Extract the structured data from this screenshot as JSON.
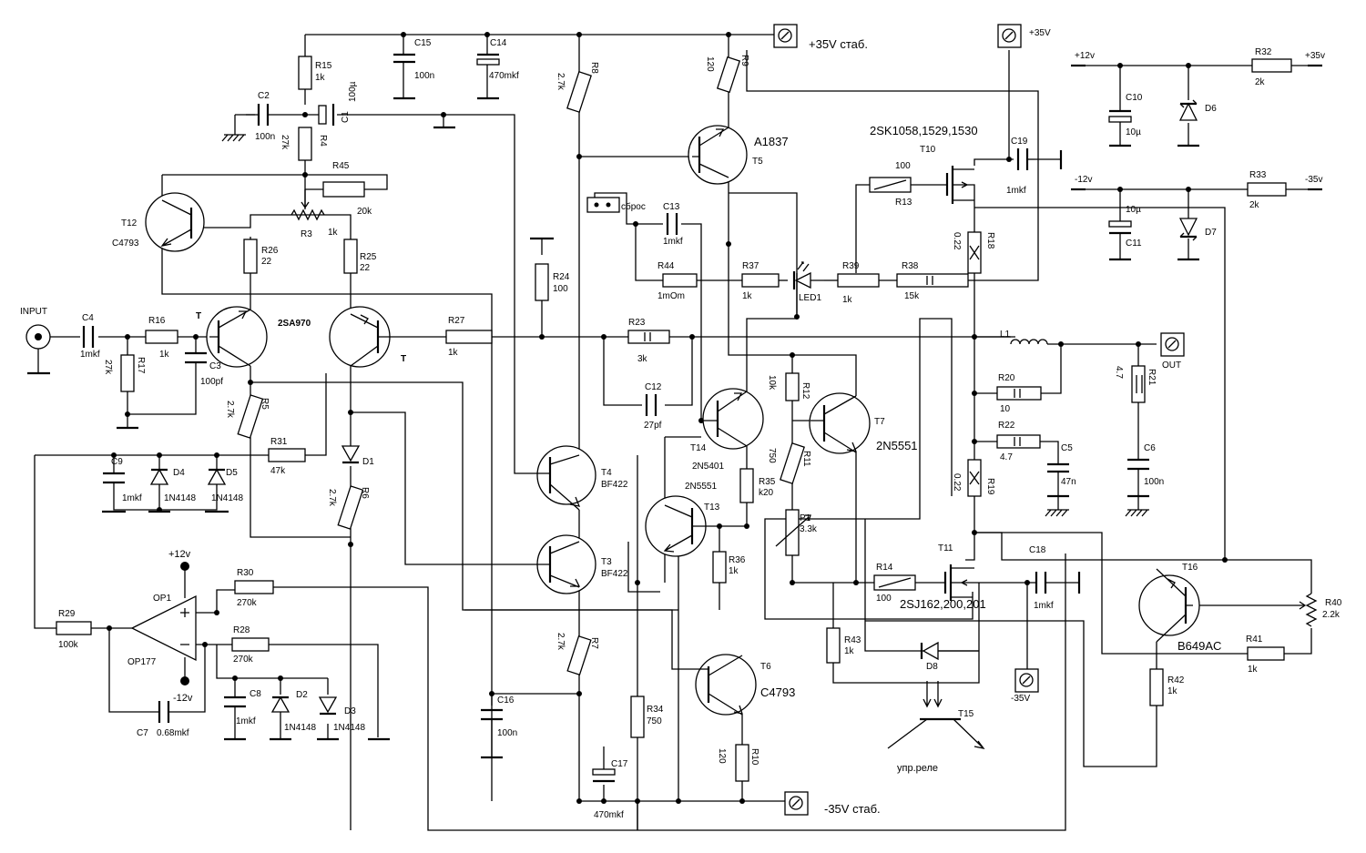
{
  "power": {
    "vpos_stab": "+35V стаб.",
    "vneg_stab": "-35V стаб.",
    "vpos": "+35V",
    "vneg": "-35V",
    "p12": "+12v",
    "m12": "-12v",
    "p35": "+35v",
    "m35": "-35v",
    "op_p12": "+12v",
    "op_m12": "-12v"
  },
  "io": {
    "input": "INPUT",
    "out": "OUT",
    "relay": "упр.реле",
    "reset": "сброс"
  },
  "resistors": [
    {
      "ref": "R15",
      "val": "1k"
    },
    {
      "ref": "R4",
      "val": "27k"
    },
    {
      "ref": "R45",
      "val": "20k"
    },
    {
      "ref": "R3",
      "val": "1k"
    },
    {
      "ref": "R26",
      "val": "22"
    },
    {
      "ref": "R25",
      "val": "22"
    },
    {
      "ref": "R16",
      "val": "1k"
    },
    {
      "ref": "R17",
      "val": "27k"
    },
    {
      "ref": "R5",
      "val": "2.7k"
    },
    {
      "ref": "R6",
      "val": "2.7k"
    },
    {
      "ref": "R31",
      "val": "47k"
    },
    {
      "ref": "R27",
      "val": "1k"
    },
    {
      "ref": "R24",
      "val": "100"
    },
    {
      "ref": "R8",
      "val": "2.7k"
    },
    {
      "ref": "R9",
      "val": "120"
    },
    {
      "ref": "R44",
      "val": "1mOm"
    },
    {
      "ref": "R37",
      "val": "1k"
    },
    {
      "ref": "R39",
      "val": "1k"
    },
    {
      "ref": "R38",
      "val": "15k"
    },
    {
      "ref": "R13",
      "val": "100"
    },
    {
      "ref": "R18",
      "val": "0.22"
    },
    {
      "ref": "R23",
      "val": "3k"
    },
    {
      "ref": "R12",
      "val": "10k"
    },
    {
      "ref": "R11",
      "val": "750"
    },
    {
      "ref": "R35",
      "val": "k20"
    },
    {
      "ref": "R36",
      "val": "1k"
    },
    {
      "ref": "R20",
      "val": "10"
    },
    {
      "ref": "R21",
      "val": "4.7"
    },
    {
      "ref": "R22",
      "val": "4.7"
    },
    {
      "ref": "R19",
      "val": "0.22"
    },
    {
      "ref": "R14",
      "val": "100"
    },
    {
      "ref": "R43",
      "val": "1k"
    },
    {
      "ref": "R30",
      "val": "270k"
    },
    {
      "ref": "R28",
      "val": "270k"
    },
    {
      "ref": "R29",
      "val": "100k"
    },
    {
      "ref": "R7",
      "val": "2.7k"
    },
    {
      "ref": "R34",
      "val": "750"
    },
    {
      "ref": "R10",
      "val": "120"
    },
    {
      "ref": "R40",
      "val": "2.2k"
    },
    {
      "ref": "R41",
      "val": "1k"
    },
    {
      "ref": "R42",
      "val": "1k"
    },
    {
      "ref": "R32",
      "val": "2k"
    },
    {
      "ref": "R33",
      "val": "2k"
    },
    {
      "ref": "P1",
      "val": "3.3k"
    }
  ],
  "capacitors": [
    {
      "ref": "C15",
      "val": "100n"
    },
    {
      "ref": "C14",
      "val": "470mkf"
    },
    {
      "ref": "C2",
      "val": "100n"
    },
    {
      "ref": "C1",
      "val": "100µ"
    },
    {
      "ref": "C4",
      "val": "1mkf"
    },
    {
      "ref": "C3",
      "val": "100pf"
    },
    {
      "ref": "C9",
      "val": "1mkf"
    },
    {
      "ref": "C13",
      "val": "1mkf"
    },
    {
      "ref": "C12",
      "val": "27pf"
    },
    {
      "ref": "C19",
      "val": "1mkf"
    },
    {
      "ref": "C10",
      "val": "10µ"
    },
    {
      "ref": "C11",
      "val": "10µ"
    },
    {
      "ref": "C5",
      "val": "47n"
    },
    {
      "ref": "C6",
      "val": "100n"
    },
    {
      "ref": "C18",
      "val": "1mkf"
    },
    {
      "ref": "C8",
      "val": "1mkf"
    },
    {
      "ref": "C7",
      "val": "0.68mkf"
    },
    {
      "ref": "C16",
      "val": "100n"
    },
    {
      "ref": "C17",
      "val": "470mkf"
    }
  ],
  "transistors": [
    {
      "ref": "T12",
      "type": "C4793"
    },
    {
      "ref": "T",
      "type": "2SA970"
    },
    {
      "ref": "T5",
      "type": "A1837"
    },
    {
      "ref": "T4",
      "type": "BF422"
    },
    {
      "ref": "T3",
      "type": "BF422"
    },
    {
      "ref": "T14",
      "type": "2N5401"
    },
    {
      "ref": "T13",
      "type": "2N5551"
    },
    {
      "ref": "T7",
      "type": "2N5551"
    },
    {
      "ref": "T6",
      "type": "C4793"
    },
    {
      "ref": "T10",
      "type": "2SK1058,1529,1530"
    },
    {
      "ref": "T11",
      "type": "2SJ162,200,201"
    },
    {
      "ref": "T16",
      "type": "B649AC"
    },
    {
      "ref": "T15",
      "type": ""
    }
  ],
  "diodes": [
    {
      "ref": "D4",
      "type": "1N4148"
    },
    {
      "ref": "D5",
      "type": "1N4148"
    },
    {
      "ref": "D1",
      "type": ""
    },
    {
      "ref": "D2",
      "type": "1N4148"
    },
    {
      "ref": "D3",
      "type": "1N4148"
    },
    {
      "ref": "D6",
      "type": ""
    },
    {
      "ref": "D7",
      "type": ""
    },
    {
      "ref": "D8",
      "type": ""
    },
    {
      "ref": "LED1",
      "type": ""
    }
  ],
  "misc": {
    "L1": "L1",
    "opamp_ref": "OP1",
    "opamp_type": "OP177",
    "t_mark": "T",
    "t_mark2": "T"
  }
}
